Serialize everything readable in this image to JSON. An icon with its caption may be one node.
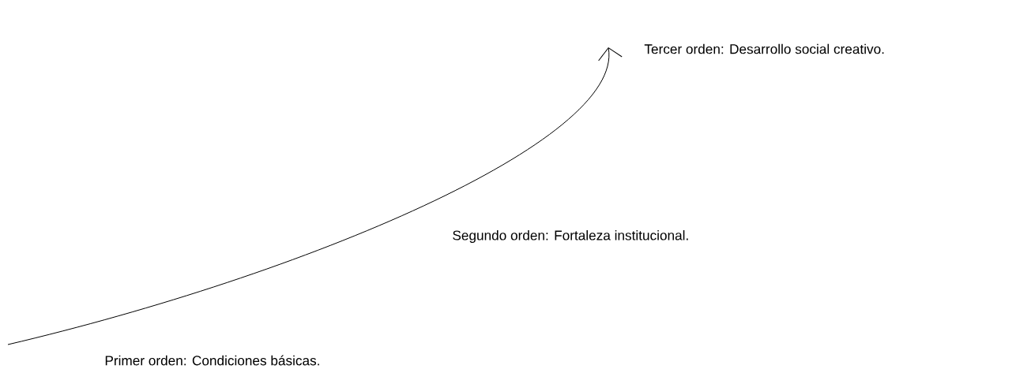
{
  "diagram": {
    "nodes": [
      {
        "text": [
          "Primer orden: Condiciones básicas."
        ]
      },
      {
        "text": [
          "Segundo orden: Fortaleza institucional."
        ]
      },
      {
        "text": [
          "Tercer orden: Desarrollo social creativo."
        ]
      }
    ]
  }
}
